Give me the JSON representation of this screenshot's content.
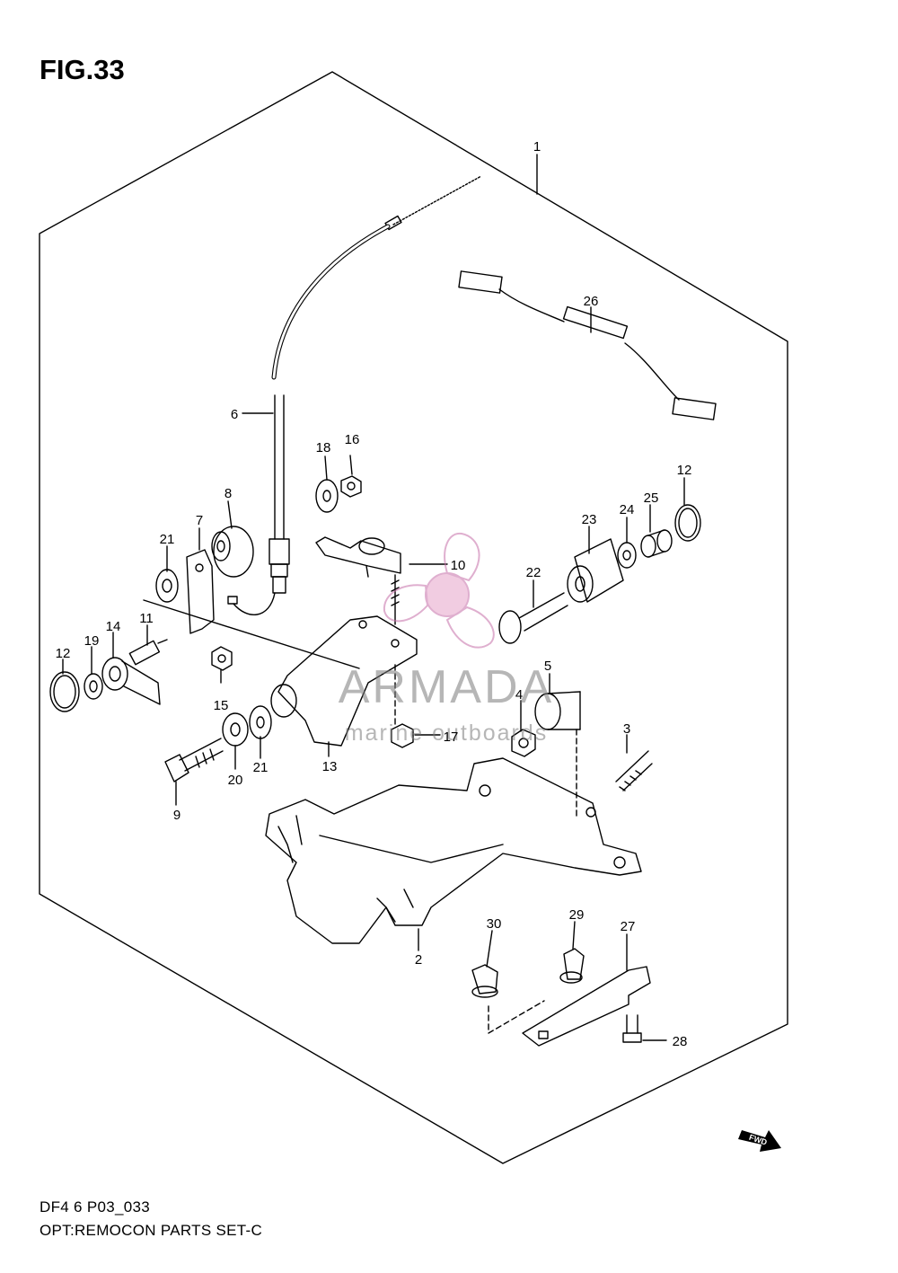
{
  "figure": {
    "title": "FIG.33",
    "model_code": "DF4 6 P03_033",
    "section_title": "OPT:REMOCON PARTS SET-C"
  },
  "watermark": {
    "brand": "ARMADA",
    "tagline": "marine outboards",
    "logo_color": "#e6a3c9"
  },
  "direction_arrow": {
    "label": "FWD"
  },
  "callouts": [
    {
      "number": "1"
    },
    {
      "number": "2"
    },
    {
      "number": "3"
    },
    {
      "number": "4"
    },
    {
      "number": "5"
    },
    {
      "number": "6"
    },
    {
      "number": "7"
    },
    {
      "number": "8"
    },
    {
      "number": "9"
    },
    {
      "number": "10"
    },
    {
      "number": "11"
    },
    {
      "number": "12"
    },
    {
      "number": "12"
    },
    {
      "number": "13"
    },
    {
      "number": "14"
    },
    {
      "number": "15"
    },
    {
      "number": "16"
    },
    {
      "number": "17"
    },
    {
      "number": "18"
    },
    {
      "number": "19"
    },
    {
      "number": "20"
    },
    {
      "number": "21"
    },
    {
      "number": "21"
    },
    {
      "number": "22"
    },
    {
      "number": "23"
    },
    {
      "number": "24"
    },
    {
      "number": "25"
    },
    {
      "number": "26"
    },
    {
      "number": "27"
    },
    {
      "number": "28"
    },
    {
      "number": "29"
    },
    {
      "number": "30"
    }
  ]
}
